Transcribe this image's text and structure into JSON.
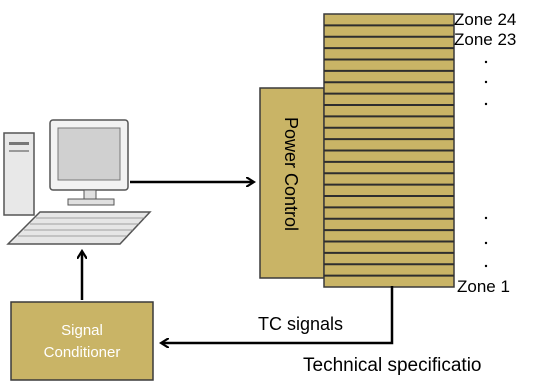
{
  "diagram": {
    "zone_top_label": "Zone 24",
    "zone_second_label": "Zone 23",
    "zone_bottom_label": "Zone 1",
    "power_control_label": "Power Control",
    "tc_signals_label": "TC signals",
    "signal_conditioner_line1": "Signal",
    "signal_conditioner_line2": "Conditioner",
    "footer_partial_text": "Technical specificatio",
    "colors": {
      "box_fill": "#c9b466",
      "box_stroke": "#3a3a3a",
      "arrow": "#000000"
    },
    "zone_count": 24
  }
}
